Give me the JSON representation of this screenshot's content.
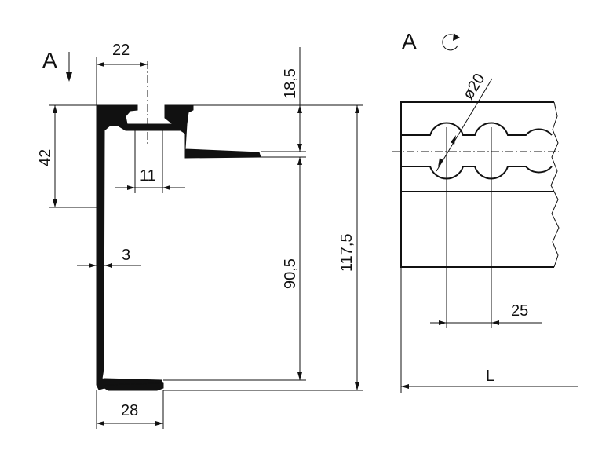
{
  "view_label_left": "A",
  "view_label_right": "A",
  "dims": {
    "top_width": "22",
    "top_height": "18,5",
    "flange_height": "42",
    "lip_width": "11",
    "wall": "3",
    "inner_height": "90,5",
    "total_height": "117,5",
    "bottom_width": "28",
    "hole_diameter": "ø20",
    "hole_pitch": "25",
    "length": "L"
  },
  "icons": {
    "view_arrow": "down-arrow-icon",
    "rotation": "rotate-arrow-icon"
  }
}
